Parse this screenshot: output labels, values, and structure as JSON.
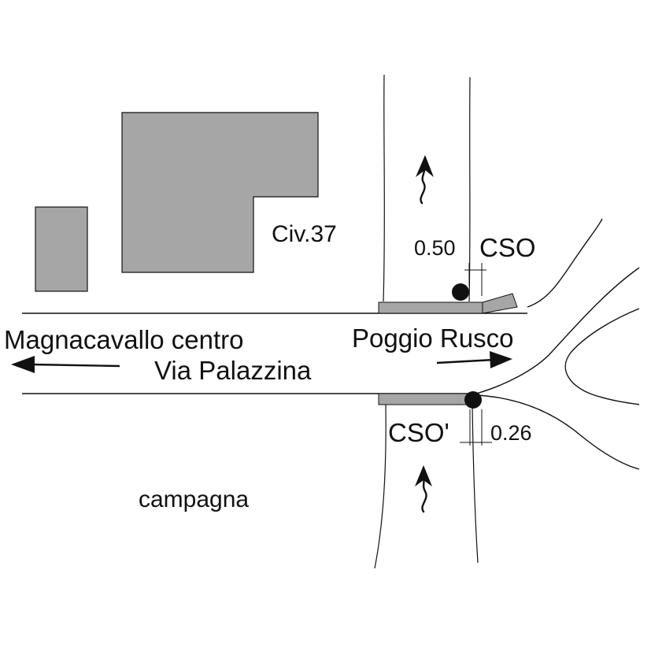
{
  "labels": {
    "civic": "Civ.37",
    "cso": "CSO",
    "cso_prime": "CSO'",
    "dist_cso": "0.50",
    "dist_cso_prime": "0.26",
    "dest_west": "Magnacavallo centro",
    "street": "Via Palazzina",
    "dest_east": "Poggio Rusco",
    "area_south": "campagna"
  },
  "colors": {
    "ink": "#111111",
    "building_fill": "#a6a6a6",
    "background": "#ffffff"
  }
}
